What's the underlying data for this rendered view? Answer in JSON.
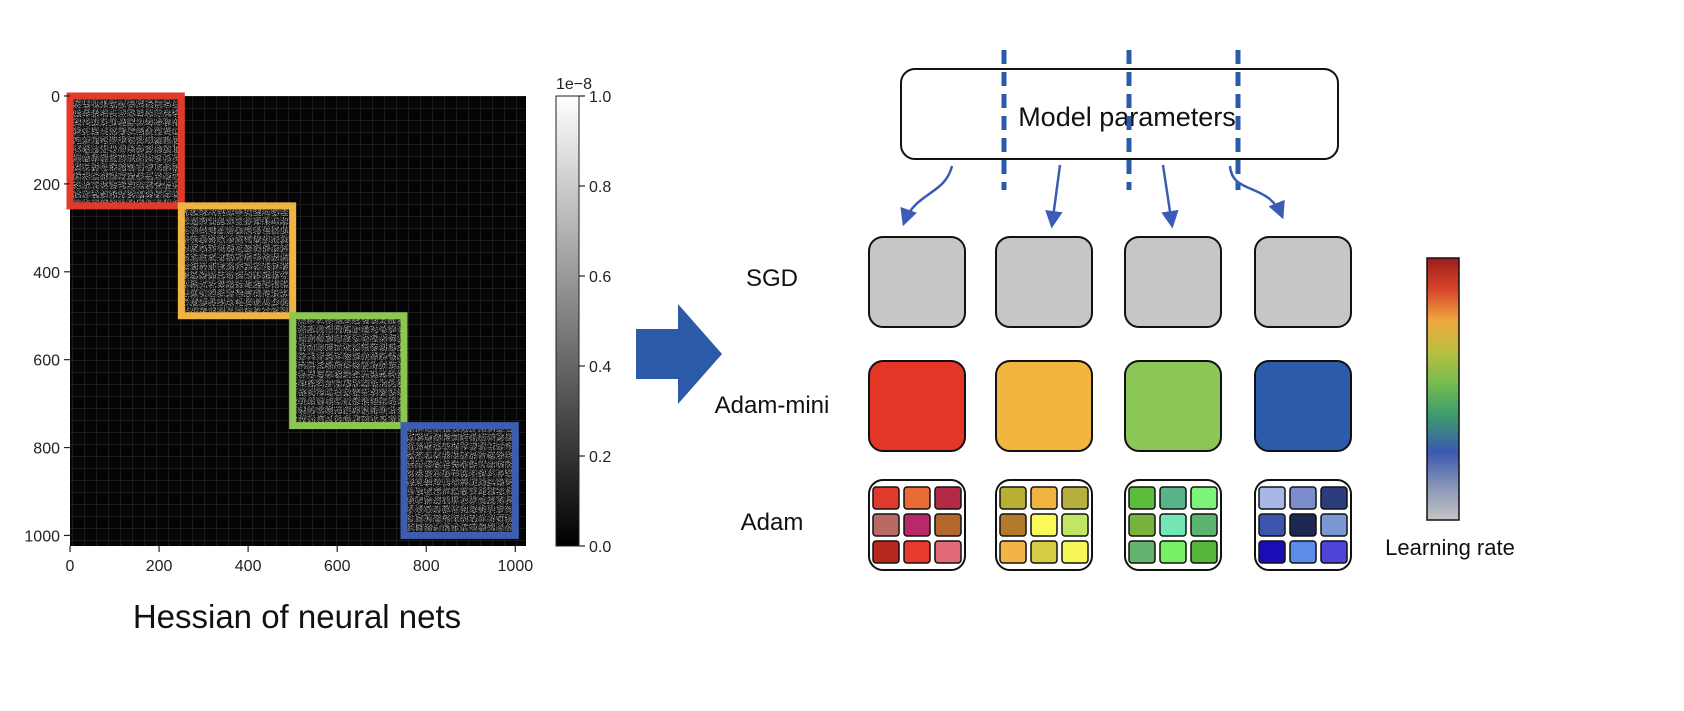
{
  "heatmap": {
    "caption": "Hessian of neural nets",
    "y_ticks": [
      "0",
      "200",
      "400",
      "600",
      "800",
      "1000"
    ],
    "x_ticks": [
      "0",
      "200",
      "400",
      "600",
      "800",
      "1000"
    ],
    "colorbar_exponent": "1e−8",
    "colorbar_ticks": [
      "1.0",
      "0.8",
      "0.6",
      "0.4",
      "0.2",
      "0.0"
    ],
    "block_colors": [
      "#e23a2a",
      "#f0b444",
      "#8cc752",
      "#3d5db0"
    ],
    "blocks": [
      {
        "start": 0,
        "end": 250
      },
      {
        "start": 250,
        "end": 500
      },
      {
        "start": 500,
        "end": 750
      },
      {
        "start": 750,
        "end": 1000
      }
    ]
  },
  "arrow_color": "#2b5aa8",
  "model": {
    "label": "Model parameters",
    "divider_color": "#2b5aa8"
  },
  "rows": [
    {
      "label": "SGD"
    },
    {
      "label": "Adam-mini"
    },
    {
      "label": "Adam"
    }
  ],
  "sgd_color": "#c6c6c6",
  "adam_mini_colors": [
    "#e33626",
    "#f2b640",
    "#8cc655",
    "#2c5bab"
  ],
  "adam_colors": [
    [
      "#e03a2c",
      "#e86a34",
      "#b42a44",
      "#b96a64",
      "#b8286a",
      "#b4682c",
      "#b4281e",
      "#e63a2e",
      "#e06a78"
    ],
    [
      "#b8b034",
      "#f0b440",
      "#b8b03c",
      "#b47a2c",
      "#fafa5a",
      "#c0e664",
      "#f2b444",
      "#d4cc44",
      "#f6f658"
    ],
    [
      "#5cbc3c",
      "#58b488",
      "#7cf47c",
      "#78b43c",
      "#74e6b4",
      "#5cb470",
      "#64b470",
      "#78f064",
      "#54b43c"
    ],
    [
      "#a8b8e6",
      "#7c8ccc",
      "#2c3c7c",
      "#3c54ac",
      "#1c2850",
      "#7c98d4",
      "#1c0cb8",
      "#5c8ce8",
      "#5044d8"
    ]
  ],
  "legend": {
    "label": "Learning rate"
  }
}
